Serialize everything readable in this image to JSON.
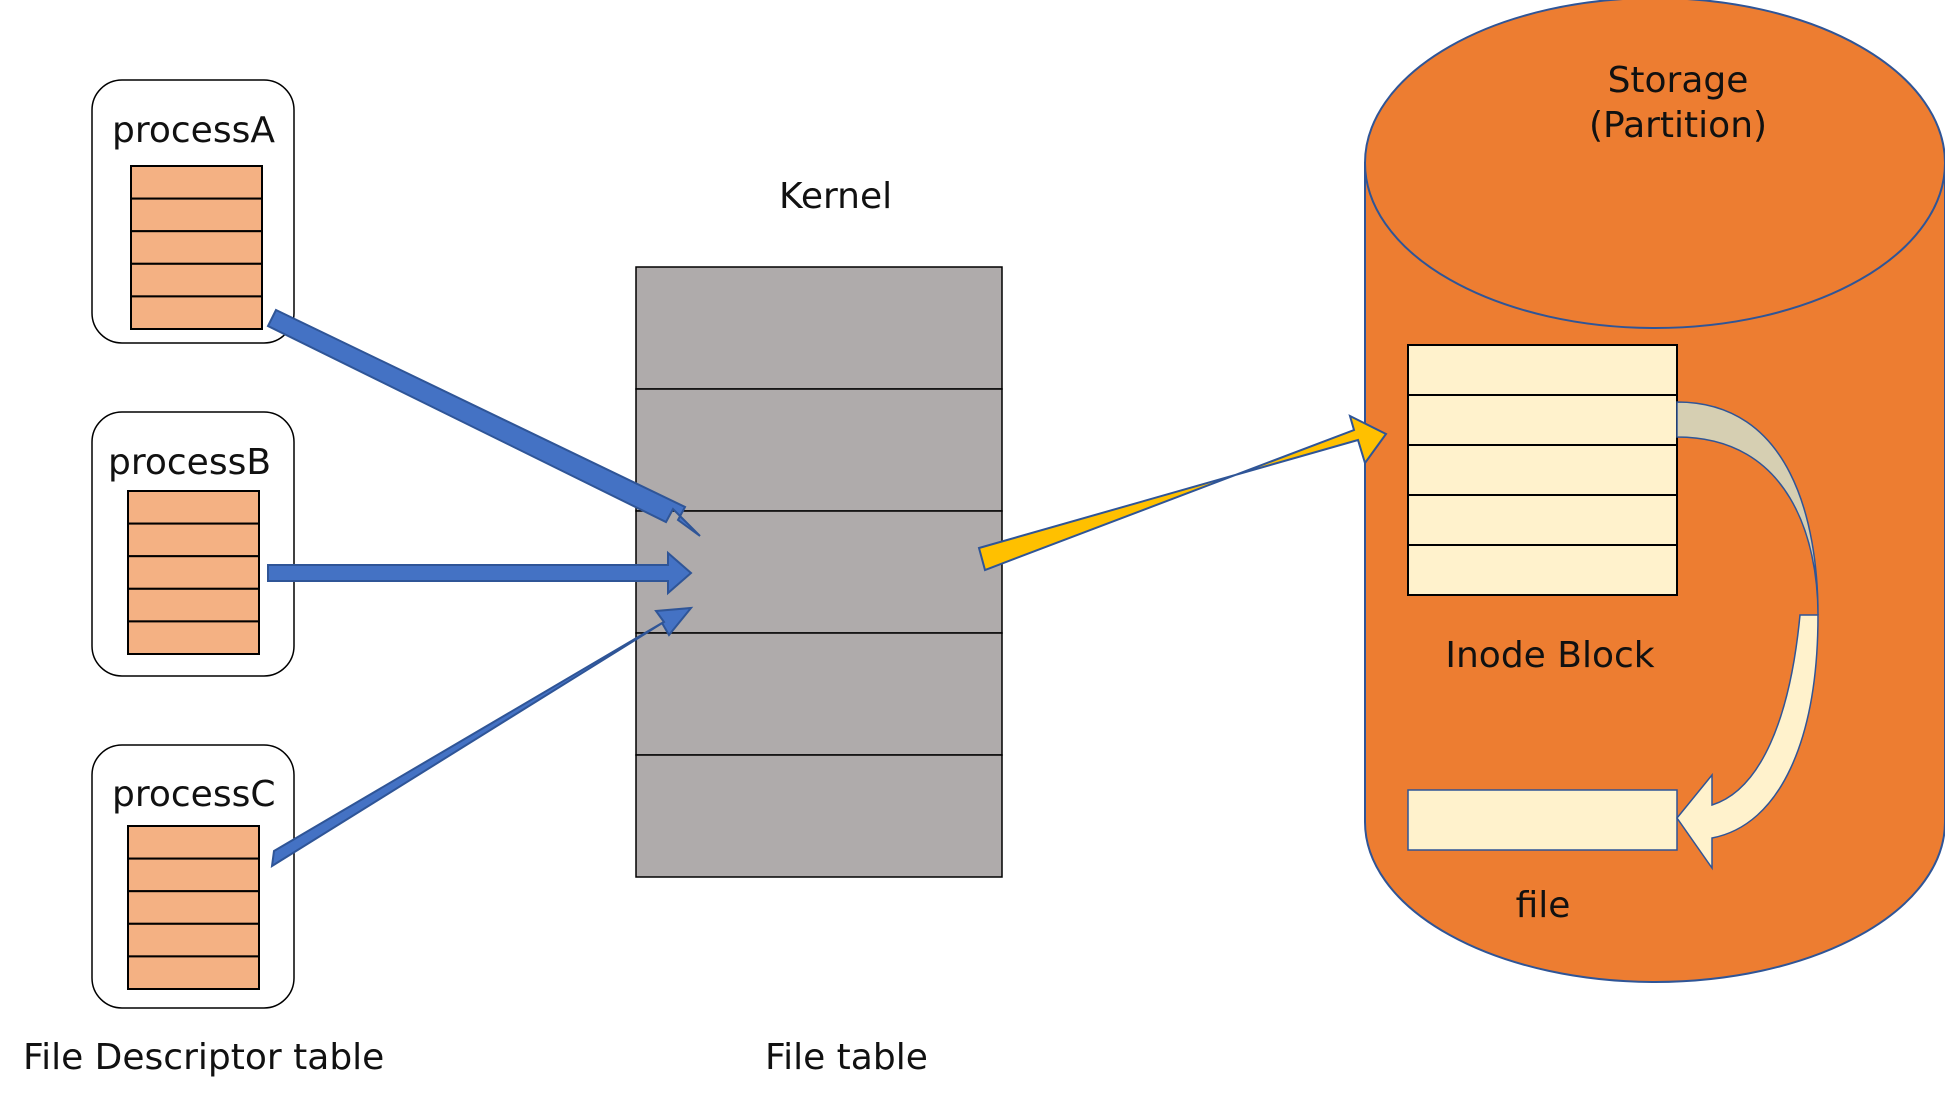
{
  "labels": {
    "process_a": "processA",
    "process_b": "processB",
    "process_c": "processC",
    "kernel": "Kernel",
    "storage_line1": "Storage",
    "storage_line2": "(Partition)",
    "inode_block": "Inode Block",
    "file": "file",
    "fd_table": "File Descriptor table",
    "file_table": "File table"
  },
  "colors": {
    "fd_entry": "#F4B183",
    "file_table_entry": "#AFABAB",
    "storage": "#ED7D31",
    "inode_entry": "#FFF2CC",
    "process_arrow": "#4472C4",
    "kernel_arrow": "#FFC000",
    "outline": "#2F5597"
  },
  "structure": {
    "fd_rows_per_process": 5,
    "file_table_rows": 5,
    "inode_rows": 5
  }
}
